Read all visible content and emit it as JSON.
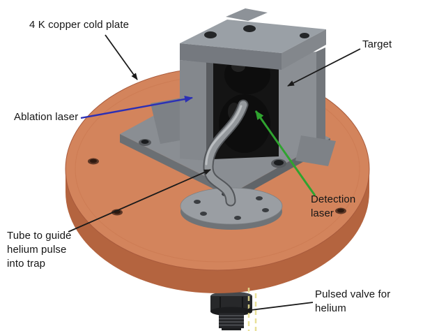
{
  "figure": {
    "labels": {
      "cold_plate": "4 K copper cold plate",
      "target": "Target",
      "ablation_laser": "Ablation laser",
      "detection_laser": "Detection\nlaser",
      "helium_tube": "Tube to guide\nhelium pulse\ninto trap",
      "pulsed_valve": "Pulsed valve for\nhelium"
    },
    "colors": {
      "copper_top": "#d3845c",
      "copper_side": "#b4643f",
      "steel_light": "#9aa0a6",
      "steel": "#8a8e93",
      "steel_dark": "#6b6f73",
      "electrode_black": "#0d0d0d",
      "annotation_black": "#1a1a1a",
      "ablation_blue": "#2b2fb5",
      "detection_green": "#2fa32f",
      "gas_yellow": "#e6dd8e"
    }
  }
}
